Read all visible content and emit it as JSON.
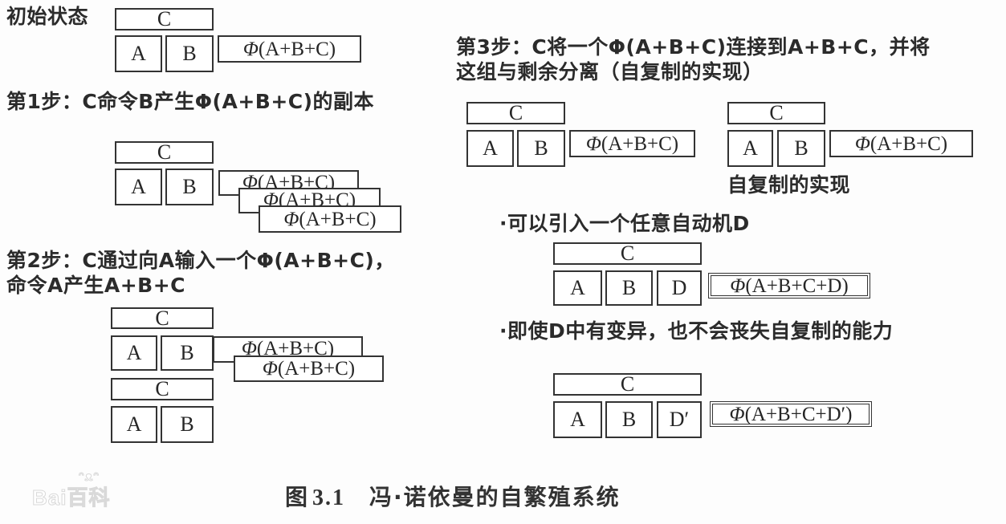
{
  "figure": {
    "caption_prefix": "图",
    "caption_number": "3.1",
    "caption_text": "冯·诺依曼的自繁殖系统",
    "watermark": "Bai百科",
    "watermark_paw": "ᵔᴥᵔ"
  },
  "phi_symbol": "Φ",
  "initial": {
    "label": "初始状态",
    "c": "C",
    "a": "A",
    "b": "B",
    "phi": "(A+B+C)"
  },
  "step1": {
    "label": "第1步：C命令B产生Φ(A+B+C)的副本",
    "c": "C",
    "a": "A",
    "b": "B",
    "phi_copies": [
      "(A+B+C)",
      "(A+B+C)",
      "(A+B+C)"
    ]
  },
  "step2": {
    "label_line1": "第2步：C通过向A输入一个Φ(A+B+C)，",
    "label_line2": "命令A产生A+B+C",
    "upper": {
      "c": "C",
      "a": "A",
      "b": "B"
    },
    "phi_copies": [
      "(A+B+C)",
      "(A+B+C)"
    ],
    "lower": {
      "c": "C",
      "a": "A",
      "b": "B"
    }
  },
  "step3": {
    "label_line1": "第3步：C将一个Φ(A+B+C)连接到A+B+C，并将",
    "label_line2": "这组与剩余分离（自复制的实现）",
    "left": {
      "c": "C",
      "a": "A",
      "b": "B",
      "phi": "(A+B+C)"
    },
    "right": {
      "c": "C",
      "a": "A",
      "b": "B",
      "phi": "(A+B+C)"
    },
    "right_caption": "自复制的实现"
  },
  "automaton_d": {
    "bullet": "·可以引入一个任意自动机D",
    "c": "C",
    "a": "A",
    "b": "B",
    "d": "D",
    "phi": "(A+B+C+D)"
  },
  "mutation": {
    "bullet": "·即使D中有变异，也不会丧失自复制的能力",
    "c": "C",
    "a": "A",
    "b": "B",
    "d": "D′",
    "phi": "(A+B+C+D′)"
  }
}
